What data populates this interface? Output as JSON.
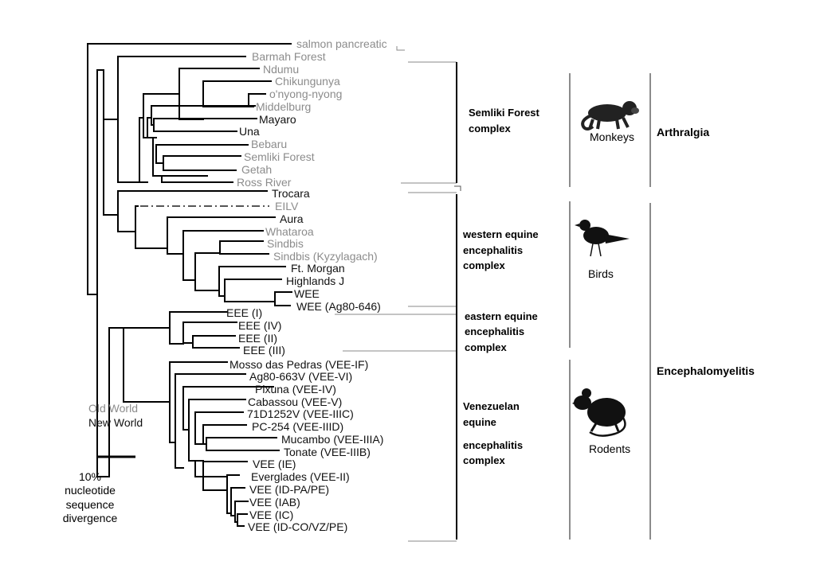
{
  "colors": {
    "old_world": "#8c8c8c",
    "new_world": "#111111",
    "tree": "#000000"
  },
  "taxa": [
    {
      "label": "salmon pancreatic",
      "world": "old"
    },
    {
      "label": "Barmah Forest",
      "world": "old"
    },
    {
      "label": "Ndumu",
      "world": "old"
    },
    {
      "label": "Chikungunya",
      "world": "old"
    },
    {
      "label": "o'nyong-nyong",
      "world": "old"
    },
    {
      "label": "Middelburg",
      "world": "old"
    },
    {
      "label": "Mayaro",
      "world": "new"
    },
    {
      "label": "Una",
      "world": "new"
    },
    {
      "label": "Bebaru",
      "world": "old"
    },
    {
      "label": "Semliki Forest",
      "world": "old"
    },
    {
      "label": "Getah",
      "world": "old"
    },
    {
      "label": "Ross River",
      "world": "old"
    },
    {
      "label": "Trocara",
      "world": "new"
    },
    {
      "label": "EILV",
      "world": "old"
    },
    {
      "label": "Aura",
      "world": "new"
    },
    {
      "label": "Whataroa",
      "world": "old"
    },
    {
      "label": "Sindbis",
      "world": "old"
    },
    {
      "label": "Sindbis (Kyzylagach)",
      "world": "old"
    },
    {
      "label": "Ft. Morgan",
      "world": "new"
    },
    {
      "label": "Highlands J",
      "world": "new"
    },
    {
      "label": "WEE",
      "world": "new"
    },
    {
      "label": "WEE (Ag80-646)",
      "world": "new"
    },
    {
      "label": "EEE (I)",
      "world": "new"
    },
    {
      "label": "EEE (IV)",
      "world": "new"
    },
    {
      "label": "EEE (II)",
      "world": "new"
    },
    {
      "label": "EEE (III)",
      "world": "new"
    },
    {
      "label": "Mosso das Pedras (VEE-IF)",
      "world": "new"
    },
    {
      "label": "Ag80-663V (VEE-VI)",
      "world": "new"
    },
    {
      "label": "Pixuna (VEE-IV)",
      "world": "new"
    },
    {
      "label": "Cabassou (VEE-V)",
      "world": "new"
    },
    {
      "label": "71D1252V (VEE-IIIC)",
      "world": "new"
    },
    {
      "label": "PC-254 (VEE-IIID)",
      "world": "new"
    },
    {
      "label": "Mucambo (VEE-IIIA)",
      "world": "new"
    },
    {
      "label": "Tonate (VEE-IIIB)",
      "world": "new"
    },
    {
      "label": "VEE (IE)",
      "world": "new"
    },
    {
      "label": "Everglades (VEE-II)",
      "world": "new"
    },
    {
      "label": "VEE (ID-PA/PE)",
      "world": "new"
    },
    {
      "label": "VEE (IAB)",
      "world": "new"
    },
    {
      "label": "VEE (IC)",
      "world": "new"
    },
    {
      "label": "VEE (ID-CO/VZ/PE)",
      "world": "new"
    }
  ],
  "complexes": {
    "semliki": [
      "Semliki Forest",
      "complex"
    ],
    "wee": [
      "western equine",
      "encephalitis",
      "complex"
    ],
    "eee": [
      "eastern equine",
      "encephalitis",
      "complex"
    ],
    "vee": [
      "Venezuelan",
      "equine",
      "encephalitis",
      "complex"
    ]
  },
  "hosts": {
    "monkeys": "Monkeys",
    "birds": "Birds",
    "rodents": "Rodents"
  },
  "diseases": {
    "arthralgia": "Arthralgia",
    "encephalomyelitis": "Encephalomyelitis"
  },
  "legend": {
    "old_world": "Old World",
    "new_world": "New World",
    "scale_lines": [
      "10%",
      "nucleotide",
      "sequence",
      "divergence"
    ]
  },
  "icons": {
    "monkey": "monkey-icon",
    "bird": "bird-icon",
    "rodent": "rat-icon"
  }
}
